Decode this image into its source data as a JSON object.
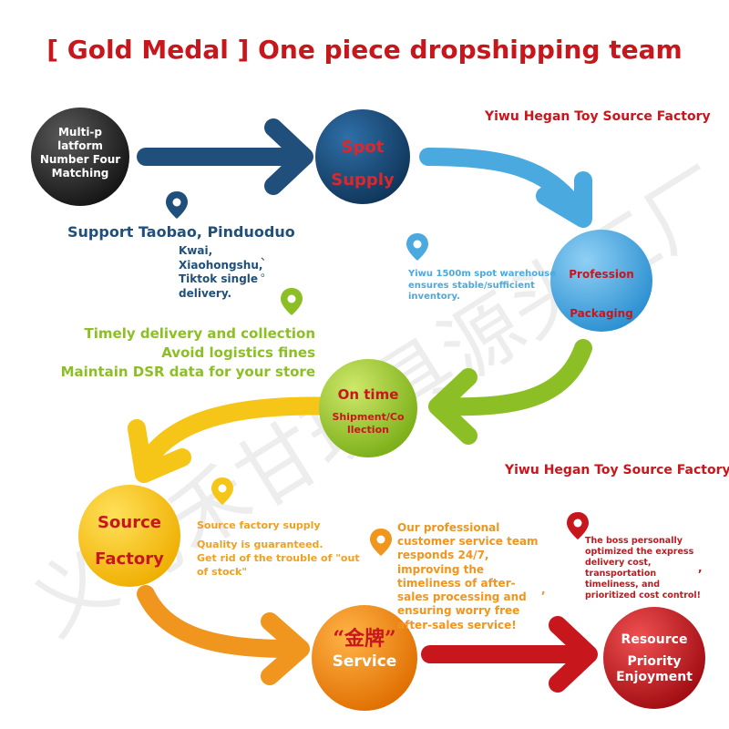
{
  "title": "[ Gold Medal ] One piece dropshipping team",
  "factory_label_top": "Yiwu Hegan Toy Source Factory",
  "factory_label_mid": "Yiwu Hegan Toy Source Factory",
  "watermark": "义乌禾甘玩具源头工厂",
  "nodes": {
    "multi_platform": {
      "line1": "Multi-p",
      "line2": "latform",
      "line3": "Number Four",
      "line4": "Matching"
    },
    "spot_supply": {
      "line1": "Spot",
      "line2": "Supply"
    },
    "profession": {
      "line1": "Profession",
      "line2": "Packaging"
    },
    "on_time": {
      "line1": "On time",
      "line2": "Shipment/Co",
      "line3": "llection"
    },
    "source_factory": {
      "line1": "Source",
      "line2": "Factory"
    },
    "service": {
      "line1": "“金牌”",
      "line2": "Service"
    },
    "resource": {
      "line1": "Resource",
      "line2": "Priority",
      "line3": "Enjoyment"
    }
  },
  "support": {
    "heading": "Support Taobao, Pinduoduo",
    "line1": "Kwai,",
    "line2": "Xiaohongshu,",
    "line3": "Tiktok single",
    "line4": "delivery.",
    "mark1": "、",
    "mark2": "。"
  },
  "warehouse": {
    "line1": "Yiwu 1500m spot warehouse",
    "line2": "ensures stable/sufficient",
    "line3": "inventory."
  },
  "timely": {
    "line1": "Timely delivery and collection",
    "line2": "Avoid logistics fines",
    "line3": "Maintain DSR data for your store"
  },
  "factory_supply": {
    "line1": "Source factory supply",
    "line2": "Quality is guaranteed.",
    "line3": "Get rid of the trouble of \"out",
    "line4": "of stock\""
  },
  "customer_service": {
    "line1": "Our professional",
    "line2": "customer service team",
    "line3": "responds 24/7,",
    "line4": "improving the",
    "line5": "timeliness of after-",
    "line6": "sales processing and",
    "line7": "ensuring worry free",
    "line8": "after-sales service!",
    "mark": ","
  },
  "boss": {
    "line1": "The boss personally",
    "line2": "optimized the express",
    "line3": "delivery cost,",
    "line4": "transportation",
    "line5": "timeliness, and",
    "line6": "prioritized cost control!",
    "mark": ","
  },
  "colors": {
    "blue": "#1f4f7a",
    "light_blue": "#4aa9df",
    "green": "#8cbf26",
    "yellow": "#f5c518",
    "orange": "#f0951e",
    "red": "#c8161d",
    "dark": "#2b2b2b"
  }
}
